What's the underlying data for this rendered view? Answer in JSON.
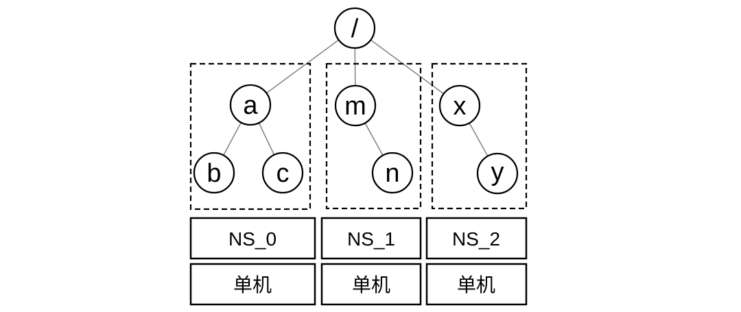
{
  "tree": {
    "root": "/",
    "subtrees": [
      {
        "namespace": "NS_0",
        "deployment": "单机",
        "parent": "a",
        "children": [
          "b",
          "c"
        ]
      },
      {
        "namespace": "NS_1",
        "deployment": "单机",
        "parent": "m",
        "children": [
          "n"
        ]
      },
      {
        "namespace": "NS_2",
        "deployment": "单机",
        "parent": "x",
        "children": [
          "y"
        ]
      }
    ]
  },
  "colors": {
    "background": "#ffffff",
    "edge": "#7f7f7f",
    "node_stroke": "#000000",
    "box_stroke": "#000000",
    "text": "#000000"
  }
}
